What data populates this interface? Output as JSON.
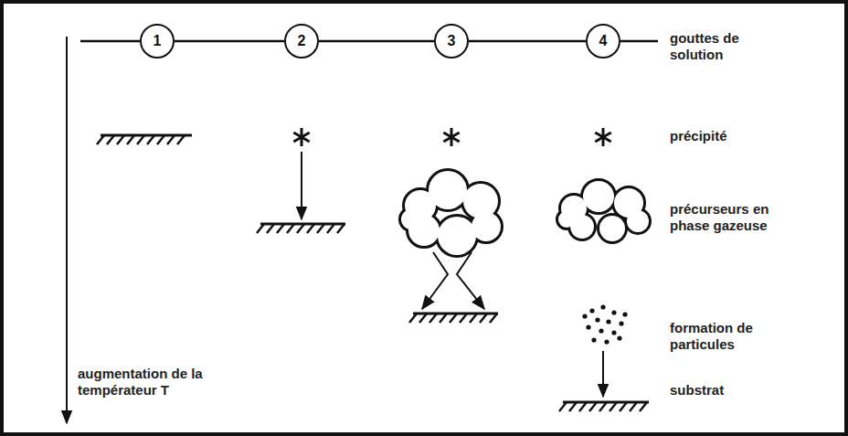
{
  "diagram": {
    "nodes": [
      {
        "text": [
          "1"
        ]
      },
      {
        "text": [
          "2"
        ]
      },
      {
        "text": [
          "3"
        ]
      },
      {
        "text": [
          "4"
        ]
      }
    ],
    "edges": [
      {
        "from": 0,
        "to": 1,
        "arrow": "none"
      },
      {
        "from": 1,
        "to": 2,
        "arrow": "none"
      },
      {
        "from": 2,
        "to": 3,
        "arrow": "none"
      }
    ],
    "labels": [
      "gouttes de solution",
      "précipité",
      "précurseurs en phase gazeuse",
      "formation de particules",
      "substrat",
      "augmentation de la températeur T"
    ]
  }
}
